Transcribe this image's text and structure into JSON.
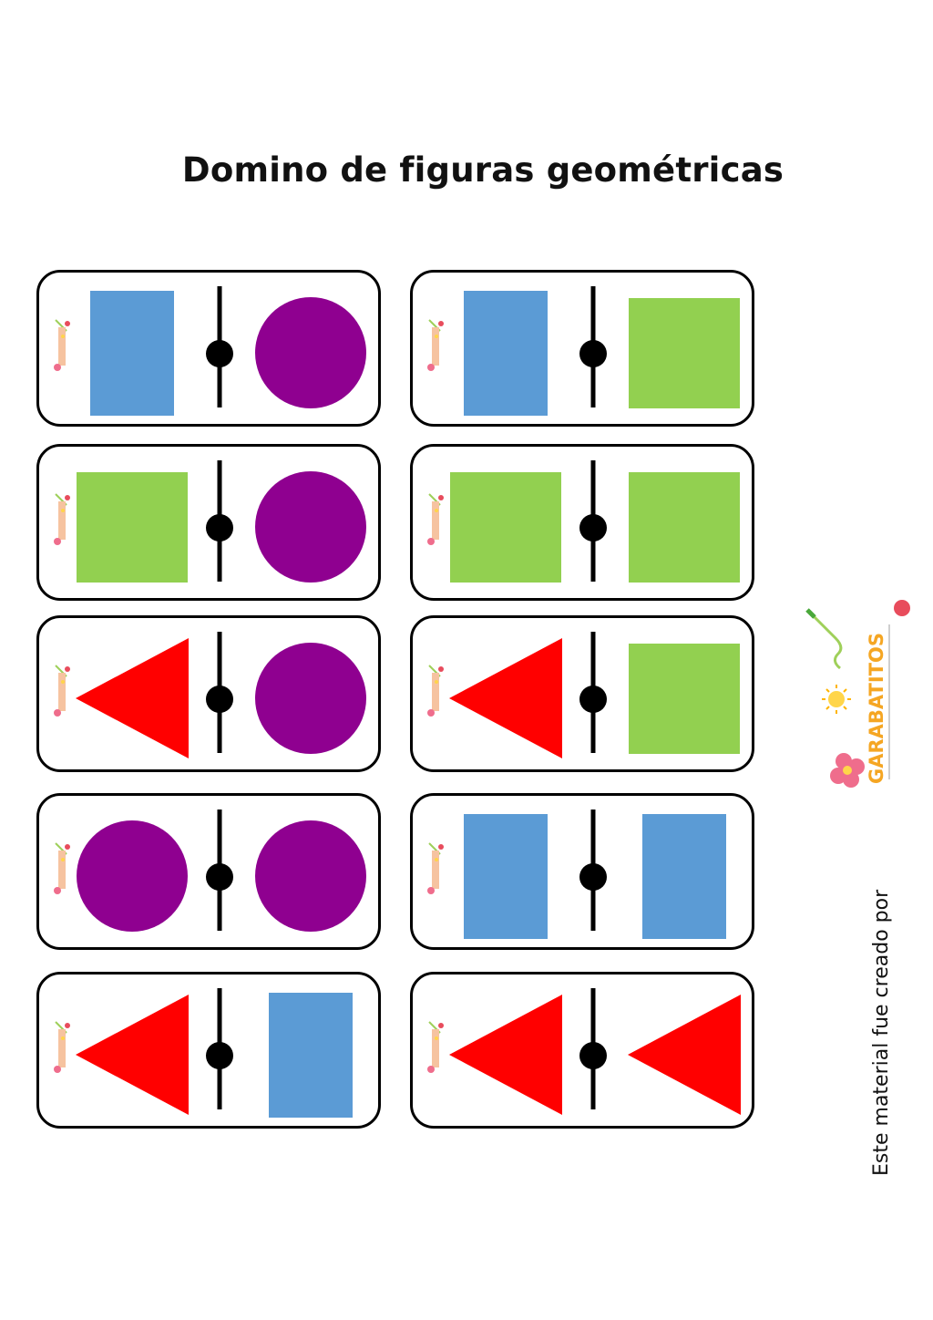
{
  "page": {
    "title": "Domino de figuras geométricas",
    "credit": "Este material fue creado por",
    "logo_text": "GARABATITOS"
  },
  "colors": {
    "rectangle": "#5b9bd5",
    "square": "#92d050",
    "circle": "#8f0090",
    "triangle": "#ff0000"
  },
  "tiles": [
    {
      "left": "rectangle",
      "right": "circle"
    },
    {
      "left": "rectangle",
      "right": "square"
    },
    {
      "left": "square",
      "right": "circle"
    },
    {
      "left": "square",
      "right": "square"
    },
    {
      "left": "triangle",
      "right": "circle"
    },
    {
      "left": "triangle",
      "right": "square"
    },
    {
      "left": "circle",
      "right": "circle"
    },
    {
      "left": "rectangle",
      "right": "rectangle"
    },
    {
      "left": "triangle",
      "right": "rectangle"
    },
    {
      "left": "triangle",
      "right": "triangle"
    }
  ]
}
